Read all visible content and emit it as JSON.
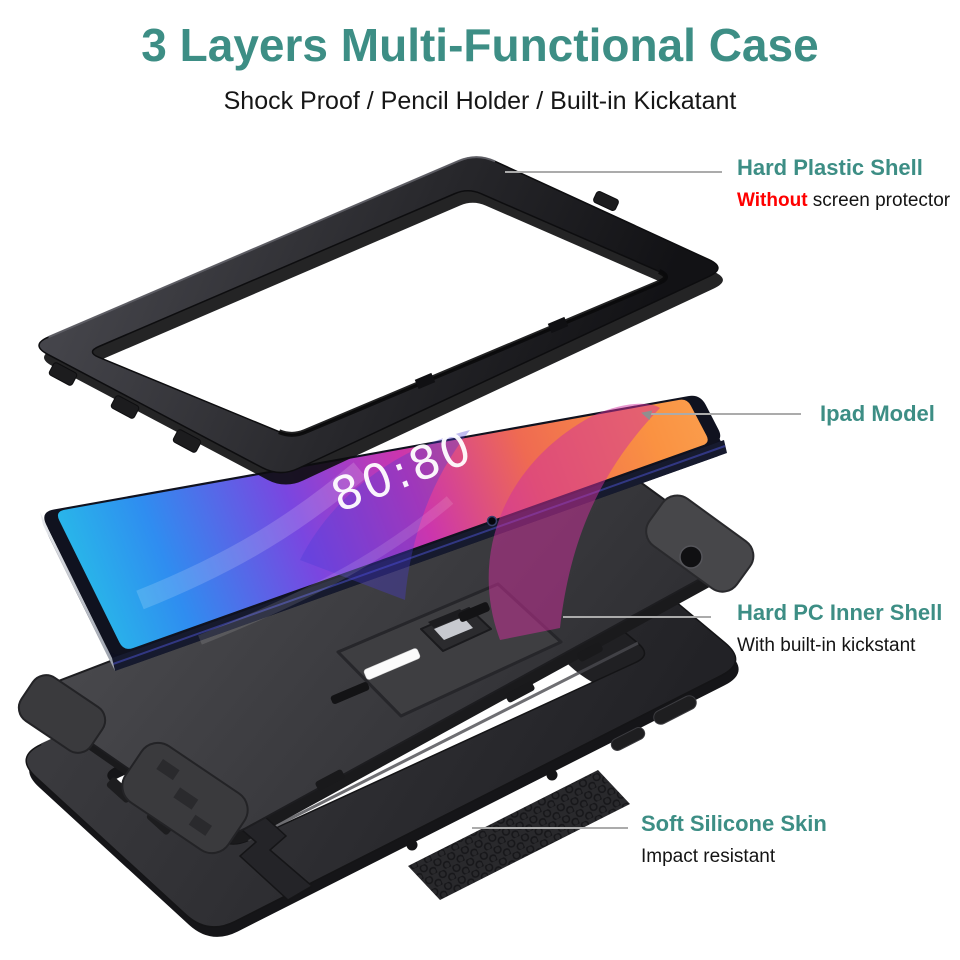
{
  "header": {
    "title": "3 Layers Multi-Functional Case",
    "subtitle": "Shock Proof / Pencil Holder / Built-in Kickatant"
  },
  "callouts": [
    {
      "title": "Hard Plastic Shell",
      "note_emphasis": "Without",
      "note_rest": " screen protector"
    },
    {
      "title": "Ipad Model"
    },
    {
      "title": "Hard PC Inner Shell",
      "note": "With built-in kickstant"
    },
    {
      "title": "Soft Silicone Skin",
      "note": "Impact resistant"
    }
  ],
  "device": {
    "screen_clock": "80:80"
  },
  "colors": {
    "accent_teal": "#3D8E85",
    "emphasis_red": "#FF0000",
    "leader_line": "#ABABAB",
    "case_black": "#242428",
    "screen_cyan": "#25CAE6",
    "screen_magenta": "#CB35AE",
    "screen_orange": "#FA9242"
  }
}
